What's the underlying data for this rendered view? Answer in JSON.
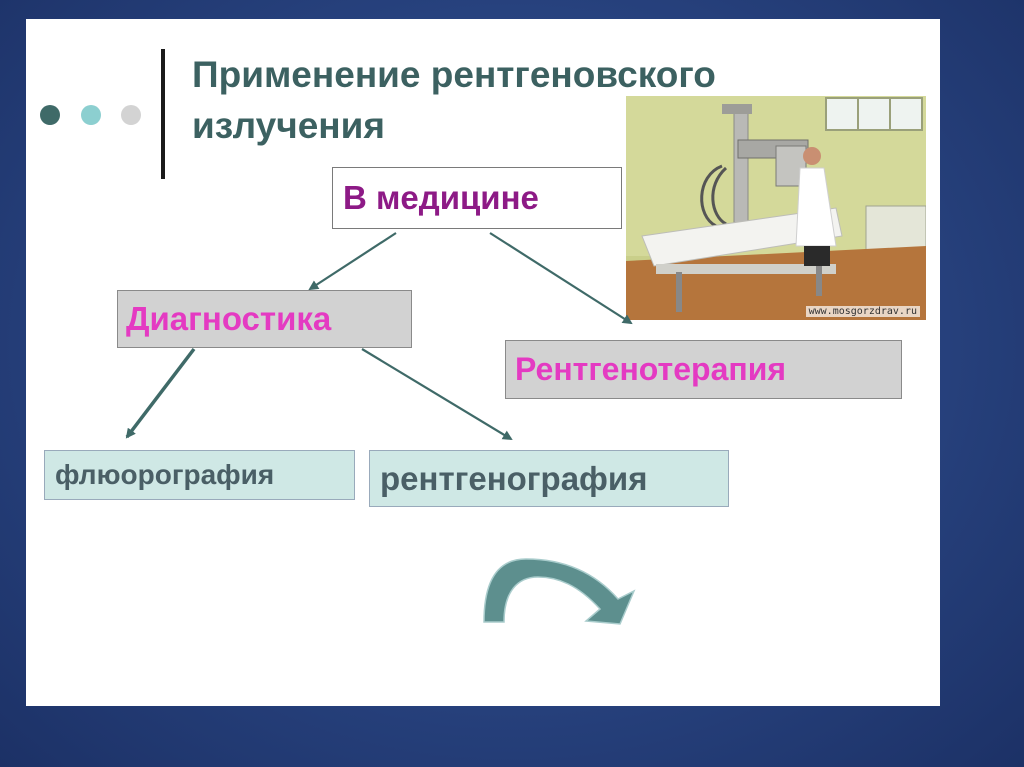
{
  "slide": {
    "title_line1": "Применение рентгеновского",
    "title_line2": "излучения"
  },
  "decoration": {
    "dot_colors": [
      "#3f6a68",
      "#8ccfd0",
      "#d3d3d3"
    ],
    "title_color": "#3c6161"
  },
  "diagram": {
    "root": "В медицине",
    "branch_left": "Диагностика",
    "branch_right": "Рентгенотерапия",
    "leaf_left": "флюорография",
    "leaf_right": "рентгенография"
  },
  "photo": {
    "caption": "www.mosgorzdrav.ru"
  },
  "colors": {
    "root_text": "#8d1a86",
    "branch_text": "#e43ac2",
    "leaf_text": "#4a5f66",
    "arrow": "#3f6a68"
  }
}
